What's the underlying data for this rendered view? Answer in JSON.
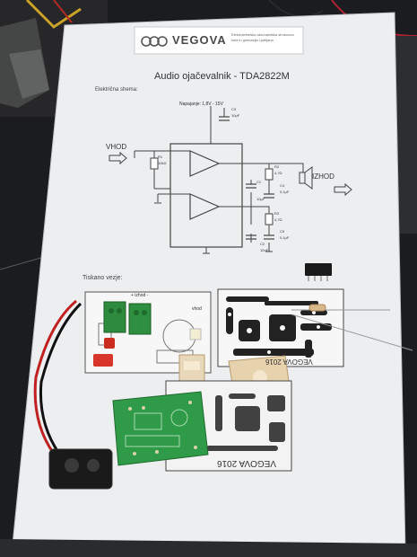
{
  "logo": {
    "brand": "VEGOVA",
    "tagline_line1": "Elektrotehniško-računalniška strokovna",
    "tagline_line2": "šola in gimnazija Ljubljana"
  },
  "document": {
    "title": "Audio ojačevalnik - TDA2822M",
    "schematic_heading": "Električna shema:",
    "pcb_heading": "Tiskano vezje:"
  },
  "schematic": {
    "supply": "Napajanje: 1,8V - 15V",
    "input": "VHOD",
    "output": "IZHOD",
    "r1": "R1",
    "r1_value": "10kΩ",
    "r2": "R2",
    "r2_value": "4,7Ω",
    "r3": "R3",
    "r3_value": "4,7Ω",
    "c1": "C1",
    "c1_value": "10μF",
    "c2": "C2",
    "c2_value": "10nF",
    "c3": "C3",
    "c3_value": "10μF",
    "c4": "C4",
    "c4_value": "0,1μF",
    "c5": "C5",
    "c5_value": "0,1μF"
  },
  "pcb": {
    "silkscreen_left_top": "+ izhod -",
    "silkscreen_vhod": "vhod",
    "board_mirror_text": "VEGOVA 2016"
  }
}
